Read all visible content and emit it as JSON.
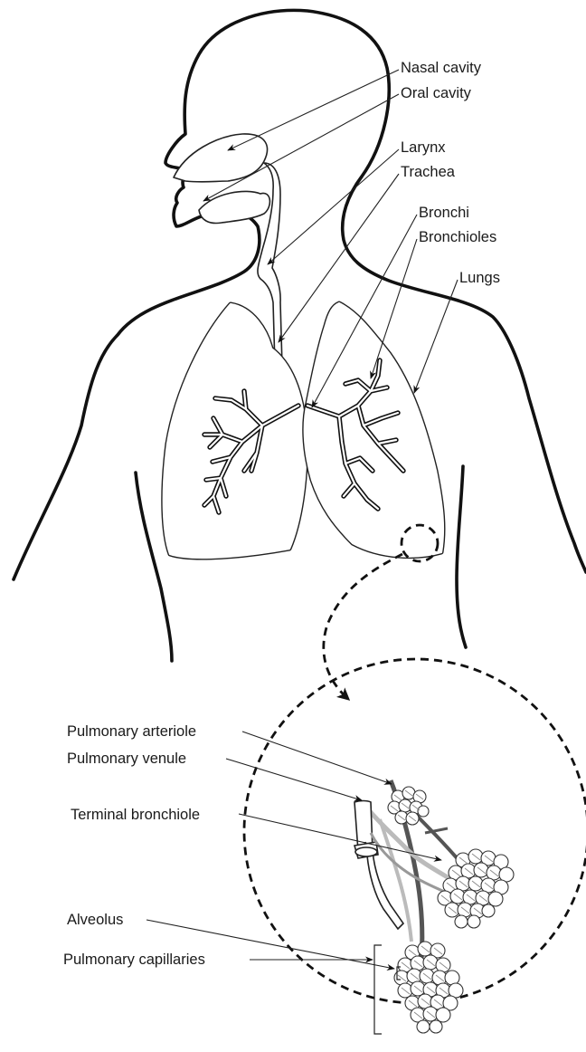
{
  "labels": {
    "nasal_cavity": "Nasal cavity",
    "oral_cavity": "Oral cavity",
    "larynx": "Larynx",
    "trachea": "Trachea",
    "bronchi": "Bronchi",
    "bronchioles": "Bronchioles",
    "lungs": "Lungs",
    "pulmonary_arteriole": "Pulmonary arteriole",
    "pulmonary_venule": "Pulmonary venule",
    "terminal_bronchiole": "Terminal bronchiole",
    "alveolus": "Alveolus",
    "pulmonary_capillaries": "Pulmonary capillaries"
  },
  "colors": {
    "outline": "#111111",
    "arteriole": "#555555",
    "venule": "#bbbbbb",
    "background": "#ffffff"
  }
}
